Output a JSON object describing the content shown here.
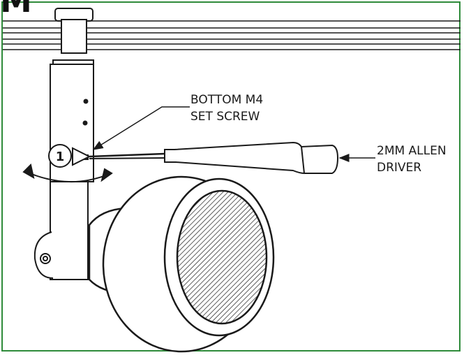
{
  "step_letter": "M",
  "callouts": {
    "set_screw": [
      "BOTTOM M4",
      "SET SCREW"
    ],
    "driver": [
      "2MM ALLEN",
      "DRIVER"
    ]
  },
  "step_marker": "1",
  "colors": {
    "frame": "#2e8b3a",
    "line": "#1a1a1a",
    "fill": "#ffffff"
  },
  "icons": [
    "rotation-arrow-icon",
    "step-number-icon",
    "callout-arrow-icon"
  ]
}
